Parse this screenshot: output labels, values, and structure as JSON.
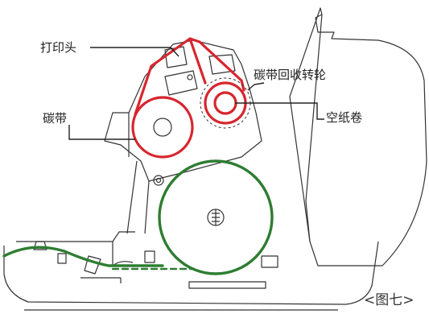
{
  "labels": {
    "print_head": "打印头",
    "ribbon_rewind_wheel": "碳带回收转轮",
    "ribbon": "碳带",
    "empty_paper_core": "空纸卷"
  },
  "caption": "<图七>",
  "colors": {
    "ribbon_path": "#d7262e",
    "paper_path": "#2e7d32",
    "outline": "#333333",
    "leader": "#222222"
  }
}
